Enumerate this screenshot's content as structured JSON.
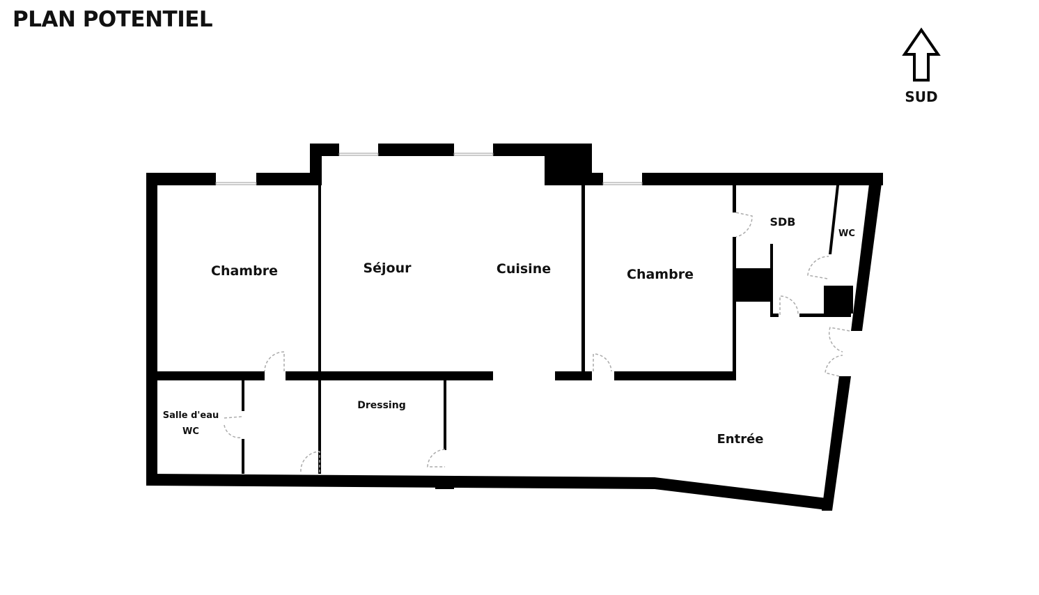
{
  "title": "PLAN POTENTIEL",
  "compass": {
    "label": "SUD",
    "icon": "arrow-up-icon"
  },
  "rooms": {
    "chambre_left": "Chambre",
    "sejour": "Séjour",
    "cuisine": "Cuisine",
    "chambre_right": "Chambre",
    "sdb": "SDB",
    "wc_right": "WC",
    "salle_eau": "Salle d'eau",
    "salle_eau_wc": "WC",
    "dressing": "Dressing",
    "entree": "Entrée"
  },
  "colors": {
    "wall": "#000000",
    "window": "#999999"
  }
}
